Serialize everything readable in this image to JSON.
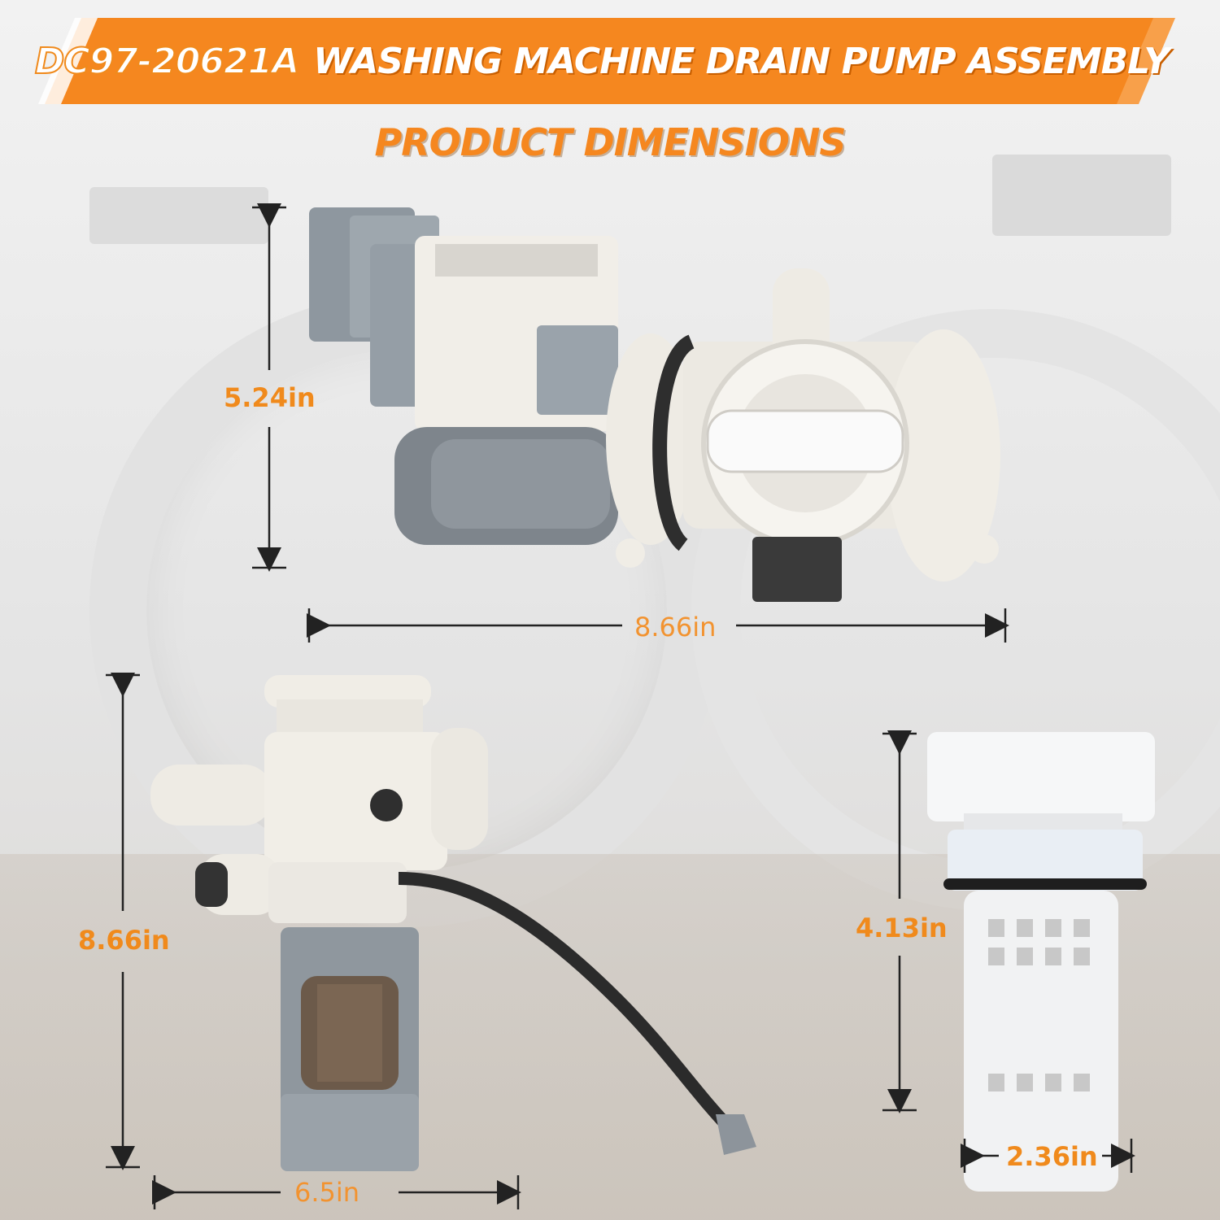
{
  "banner": {
    "model_number": "DC97-20621A",
    "title": "WASHING MACHINE DRAIN PUMP ASSEMBLY",
    "accent_color": "#f5871f"
  },
  "subtitle": "PRODUCT DIMENSIONS",
  "dimensions": {
    "top_view_height": "5.24in",
    "top_view_width": "8.66in",
    "side_view_height": "8.66in",
    "side_view_width": "6.5in",
    "filter_height": "4.13in",
    "filter_width": "2.36in"
  }
}
